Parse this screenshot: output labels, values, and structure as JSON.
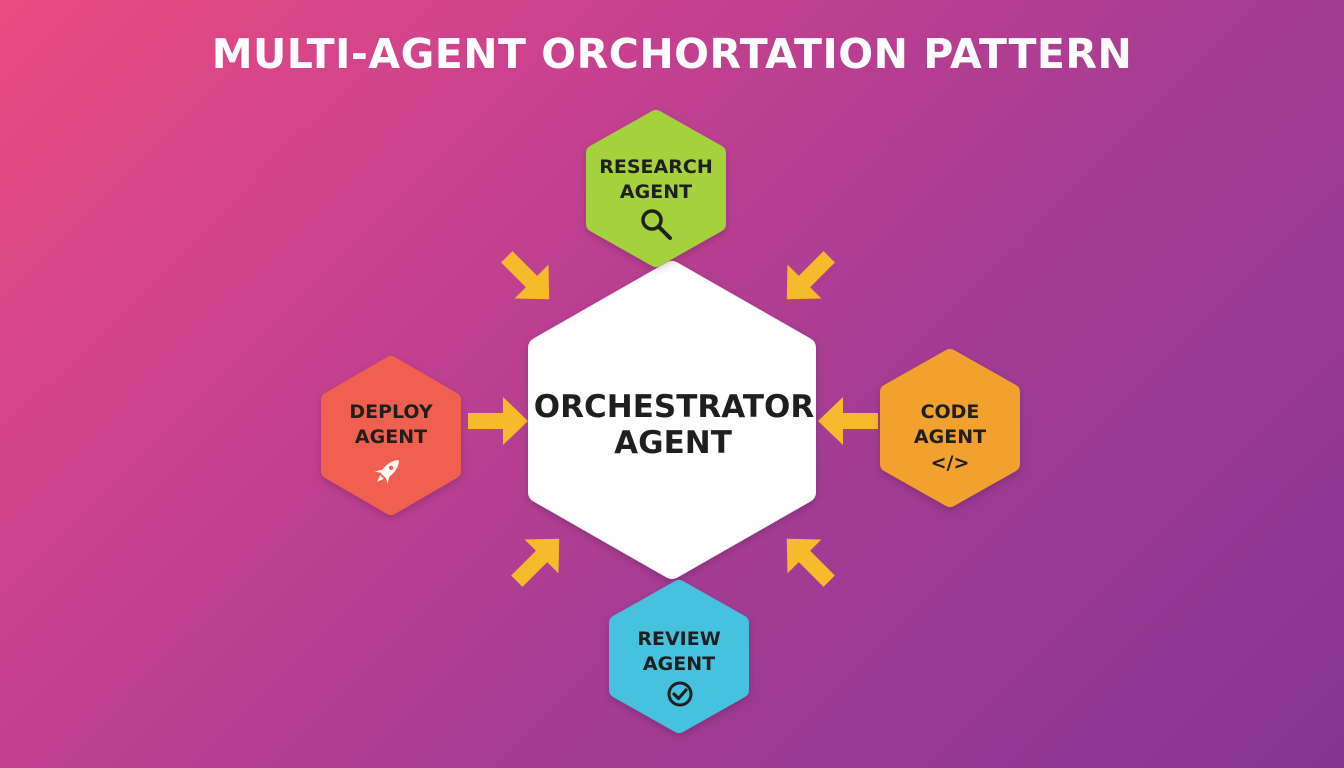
{
  "title": "MULTI-AGENT ORCHORTATION PATTERN",
  "center": {
    "line1": "ORCHESTRATOR",
    "line2": "AGENT",
    "color": "#ffffff"
  },
  "agents": {
    "research": {
      "line1": "RESEARCH",
      "line2": "AGENT",
      "color": "#a4d23c",
      "icon": "magnifier-icon"
    },
    "deploy": {
      "line1": "DEPLOY",
      "line2": "AGENT",
      "color": "#f1604f",
      "icon": "rocket-icon"
    },
    "code": {
      "line1": "CODE",
      "line2": "AGENT",
      "color": "#f3a12f",
      "icon": "code-brackets-icon",
      "icon_text": "</>"
    },
    "review": {
      "line1": "REVIEW",
      "line2": "AGENT",
      "color": "#47c2de",
      "icon": "check-circle-icon"
    }
  },
  "arrow_color": "#f6bb2b"
}
